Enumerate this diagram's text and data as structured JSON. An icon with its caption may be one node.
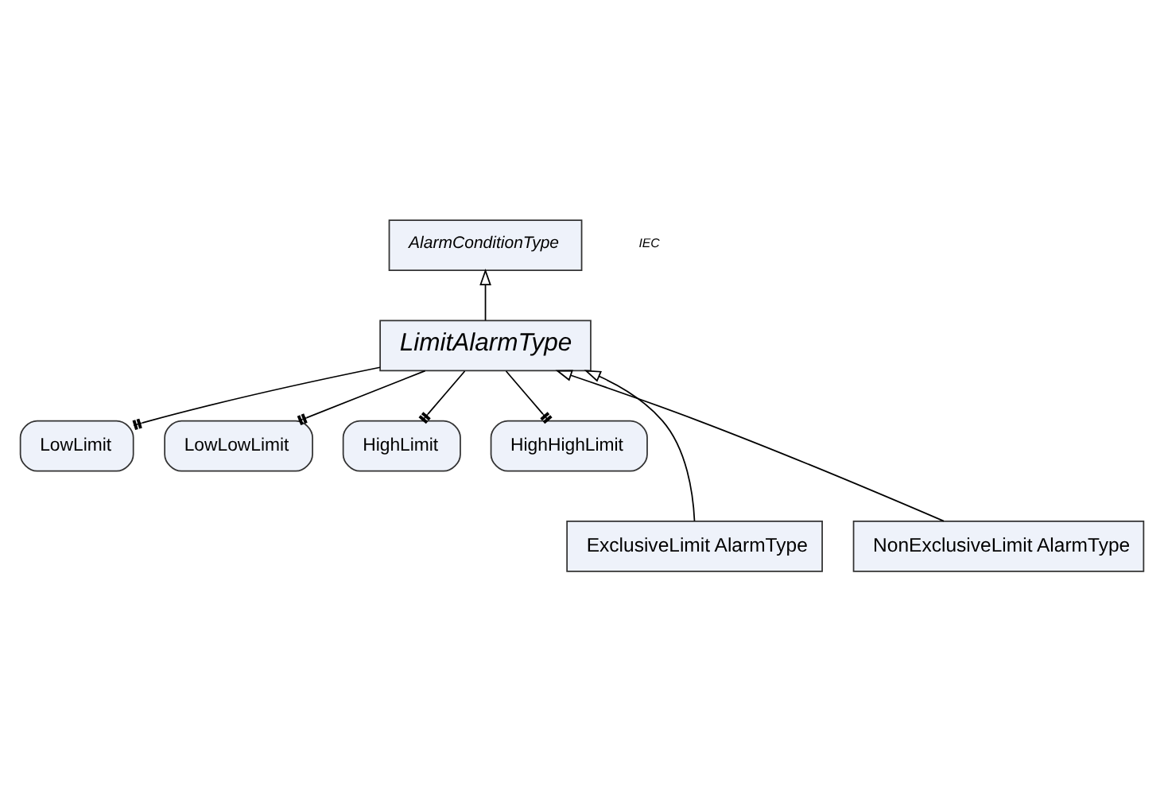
{
  "diagram": {
    "nodes": [
      {
        "text": [
          "AlarmConditionType"
        ]
      },
      {
        "text": [
          "LimitAlarmType"
        ]
      },
      {
        "text": [
          "LowLimit"
        ]
      },
      {
        "text": [
          "LowLowLimit"
        ]
      },
      {
        "text": [
          "HighLimit"
        ]
      },
      {
        "text": [
          "HighHighLimit"
        ]
      },
      {
        "text": [
          "ExclusiveLimit AlarmType"
        ]
      },
      {
        "text": [
          "NonExclusiveLimit AlarmType"
        ]
      }
    ],
    "edges": [
      {
        "from": 1,
        "to": 0,
        "arrow": "to"
      },
      {
        "from": 1,
        "to": 2,
        "arrow": "other"
      },
      {
        "from": 1,
        "to": 3,
        "arrow": "other"
      },
      {
        "from": 1,
        "to": 4,
        "arrow": "other"
      },
      {
        "from": 1,
        "to": 5,
        "arrow": "other"
      },
      {
        "from": 6,
        "to": 1,
        "arrow": "to"
      },
      {
        "from": 7,
        "to": 1,
        "arrow": "to"
      }
    ],
    "labels": [
      "IEC"
    ]
  }
}
